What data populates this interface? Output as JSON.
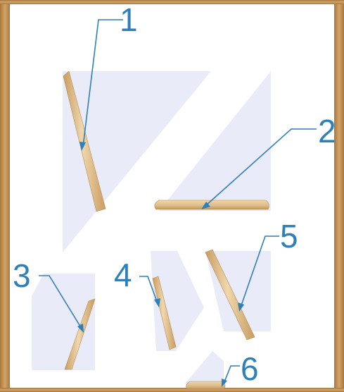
{
  "colors": {
    "frame_wood": "#b98a4e",
    "frame_wood_light": "#d7a96c",
    "background": "#ffffff",
    "panel": "#eceef8",
    "stick_wood": "#e2c391",
    "stick_wood_dark": "#c59a5c",
    "callout": "#2f7fb8"
  },
  "callouts": [
    {
      "id": 1,
      "label": "1"
    },
    {
      "id": 2,
      "label": "2"
    },
    {
      "id": 3,
      "label": "3"
    },
    {
      "id": 4,
      "label": "4"
    },
    {
      "id": 5,
      "label": "5"
    },
    {
      "id": 6,
      "label": "6"
    }
  ]
}
